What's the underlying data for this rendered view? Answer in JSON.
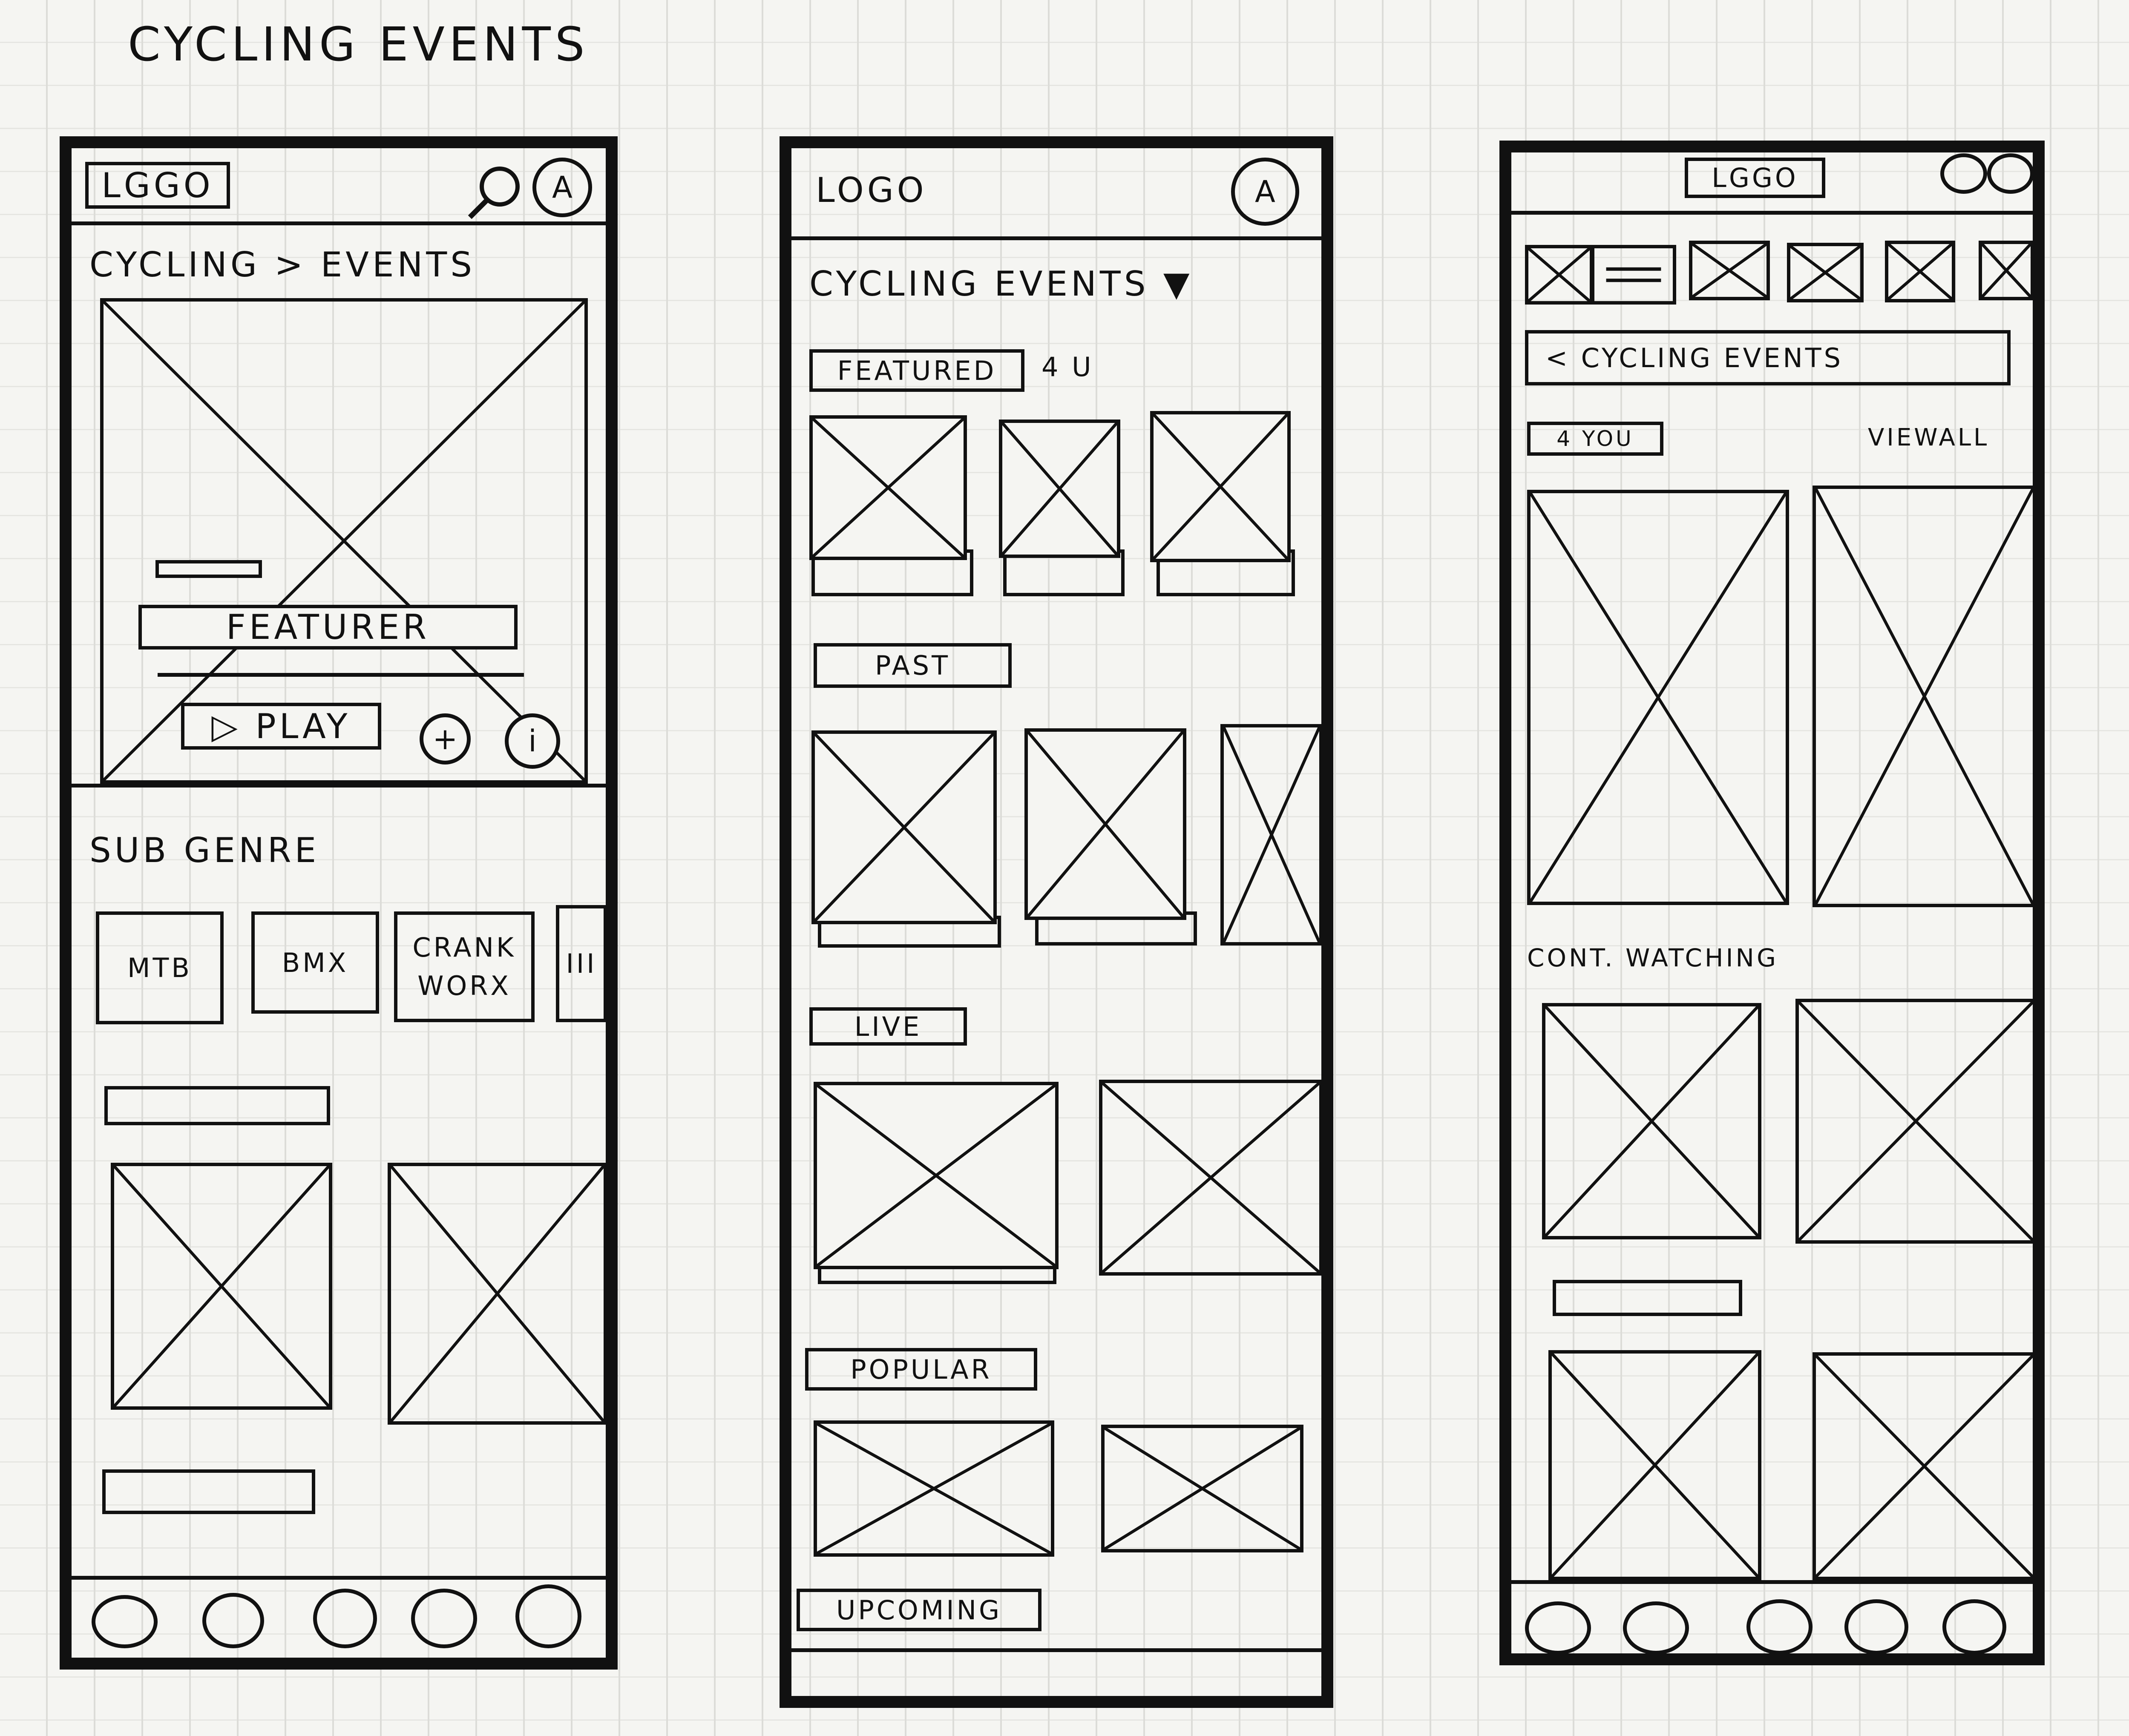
{
  "sheet": {
    "title": "CYCLING EVENTS"
  },
  "screen1": {
    "logo": "LGGO",
    "avatar": "A",
    "breadcrumb": "CYCLING > EVENTS",
    "featurer": "FEATURER",
    "play_label": "▷ PLAY",
    "add": "+",
    "info": "i",
    "sub_genre": "SUB GENRE",
    "genres": [
      "MTB",
      "BMX",
      "CRANK WORX",
      "III"
    ]
  },
  "screen2": {
    "logo": "LOGO",
    "avatar": "A",
    "title": "CYCLING EVENTS",
    "dropdown_arrow": "▼",
    "featured": "FEATURED",
    "for_you": "4 U",
    "past": "PAST",
    "live": "LIVE",
    "popular": "POPULAR",
    "upcoming": "UPCOMING"
  },
  "screen3": {
    "logo": "LGGO",
    "back_title": "< CYCLING EVENTS",
    "for_you": "4 YOU",
    "view_all": "VIEWALL",
    "cont_watching": "CONT. WATCHING"
  }
}
